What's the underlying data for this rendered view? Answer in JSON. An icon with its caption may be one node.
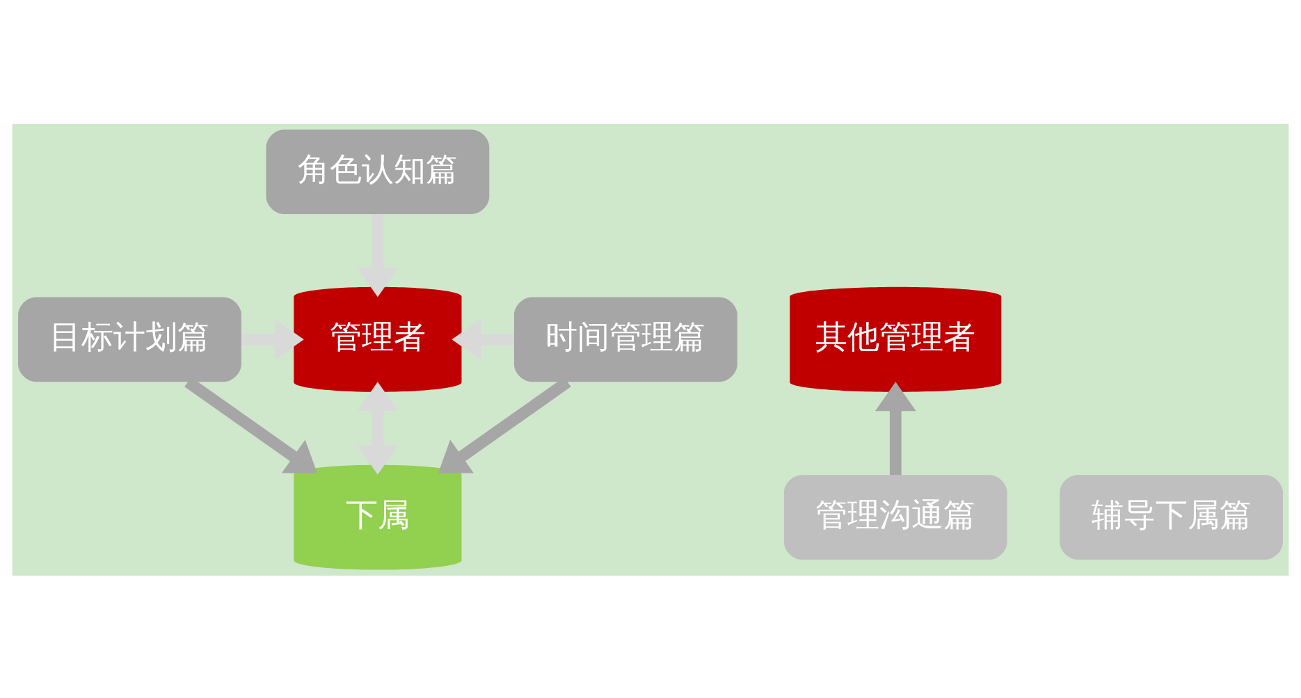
{
  "diagram": {
    "nodes": [
      {
        "text": [
          "其他管理者"
        ]
      },
      {
        "text": [
          "角色认知篇"
        ]
      },
      {
        "text": [
          "目标计划篇"
        ]
      },
      {
        "text": [
          "管理者"
        ]
      },
      {
        "text": [
          "时间管理篇"
        ]
      },
      {
        "text": [
          "管理沟通篇"
        ]
      },
      {
        "text": [
          "下属"
        ]
      },
      {
        "text": [
          "辅导下属篇"
        ]
      }
    ],
    "edges": [
      {
        "from": 1,
        "to": 3,
        "arrow": "to"
      },
      {
        "from": 2,
        "to": 3,
        "arrow": "to"
      },
      {
        "from": 4,
        "to": 3,
        "arrow": "to"
      },
      {
        "from": 3,
        "to": 6,
        "arrow": "both"
      },
      {
        "from": 2,
        "to": 6,
        "arrow": "to",
        "color": "#a6a6a6"
      },
      {
        "from": 4,
        "to": 6,
        "arrow": "to",
        "color": "#a6a6a6"
      },
      {
        "from": 5,
        "to": 0,
        "arrow": "to",
        "color": "#a6a6a6"
      }
    ]
  }
}
